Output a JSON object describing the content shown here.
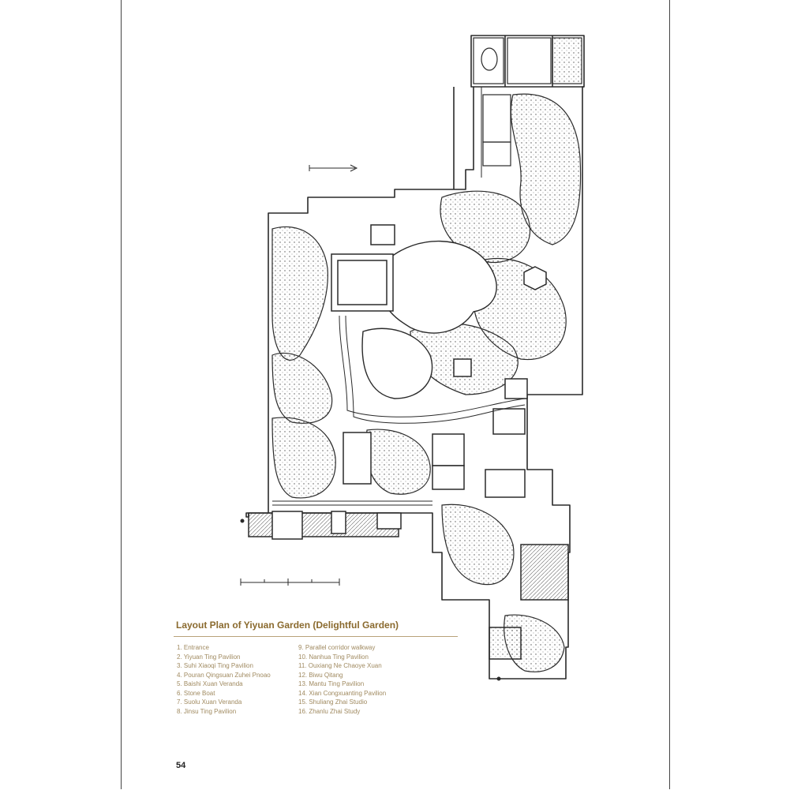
{
  "document": {
    "caption_title": "Layout Plan of Yiyuan Garden (Delightful Garden)",
    "page_number": "54",
    "legend_left": [
      "1. Entrance",
      "2. Yiyuan Ting Pavilion",
      "3. Suhi Xiaoqi Ting Pavilion",
      "4. Pouran Qingsuan Zuhei Pnoao",
      "5. Baishi Xuan Veranda",
      "6. Stone Boat",
      "7. Suolu Xuan Veranda",
      "8. Jinsu Ting Pavilion"
    ],
    "legend_right": [
      "9. Parallel corridor walkway",
      "10. Nanhua Ting Pavilion",
      "11. Ouxiang Ne Chaoye Xuan",
      "12. Biwu Qitang",
      "13. Mantu Ting Pavilion",
      "14. Xian Congxuanting Pavilion",
      "15. Shuliang Zhai Studio",
      "16. Zhanlu Zhai Study"
    ],
    "plan_labels": {
      "bottom_left_marker": "●",
      "bottom_right_marker": "●",
      "north_arrow": "N"
    },
    "colors": {
      "caption": "#8a6a2e",
      "legend_text": "#a08a60",
      "ink": "#2a2a2a"
    }
  }
}
